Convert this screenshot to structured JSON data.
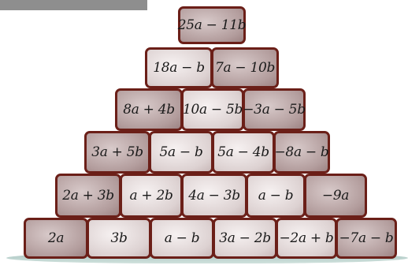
{
  "rows": [
    [
      "25a − 11b"
    ],
    [
      "18a − b",
      "7a − 10b"
    ],
    [
      "8a + 4b",
      "10a − 5b",
      "−3a − 5b"
    ],
    [
      "3a + 5b",
      "5a − b",
      "5a − 4b",
      "−8a − b"
    ],
    [
      "2a + 3b",
      "a + 2b",
      "4a − 3b",
      "a − b",
      "−9a"
    ],
    [
      "2a",
      "3b",
      "a − b",
      "3a − 2b",
      "−2a + b",
      "−7a − b"
    ]
  ]
}
